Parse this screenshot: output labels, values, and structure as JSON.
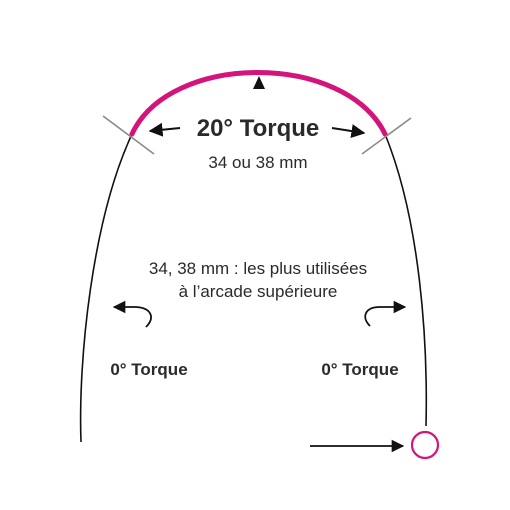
{
  "diagram": {
    "top_torque_label": "20° Torque",
    "measurement_label": "34 ou 38 mm",
    "note_line1": "34, 38 mm : les plus utilisées",
    "note_line2": "à l’arcade supérieure",
    "left_torque_label": "0° Torque",
    "right_torque_label": "0° Torque"
  },
  "colors": {
    "accent_magenta": "#d4147a",
    "arch_wire": "#111111",
    "tick_marks": "#8a8a8a",
    "text": "#2a2a2a"
  }
}
